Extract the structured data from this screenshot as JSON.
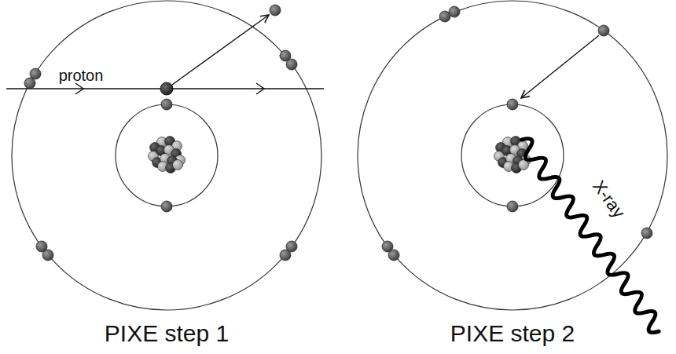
{
  "diagram": {
    "labels": [
      "proton",
      "X-ray",
      "PIXE step 1",
      "PIXE step 2"
    ]
  }
}
